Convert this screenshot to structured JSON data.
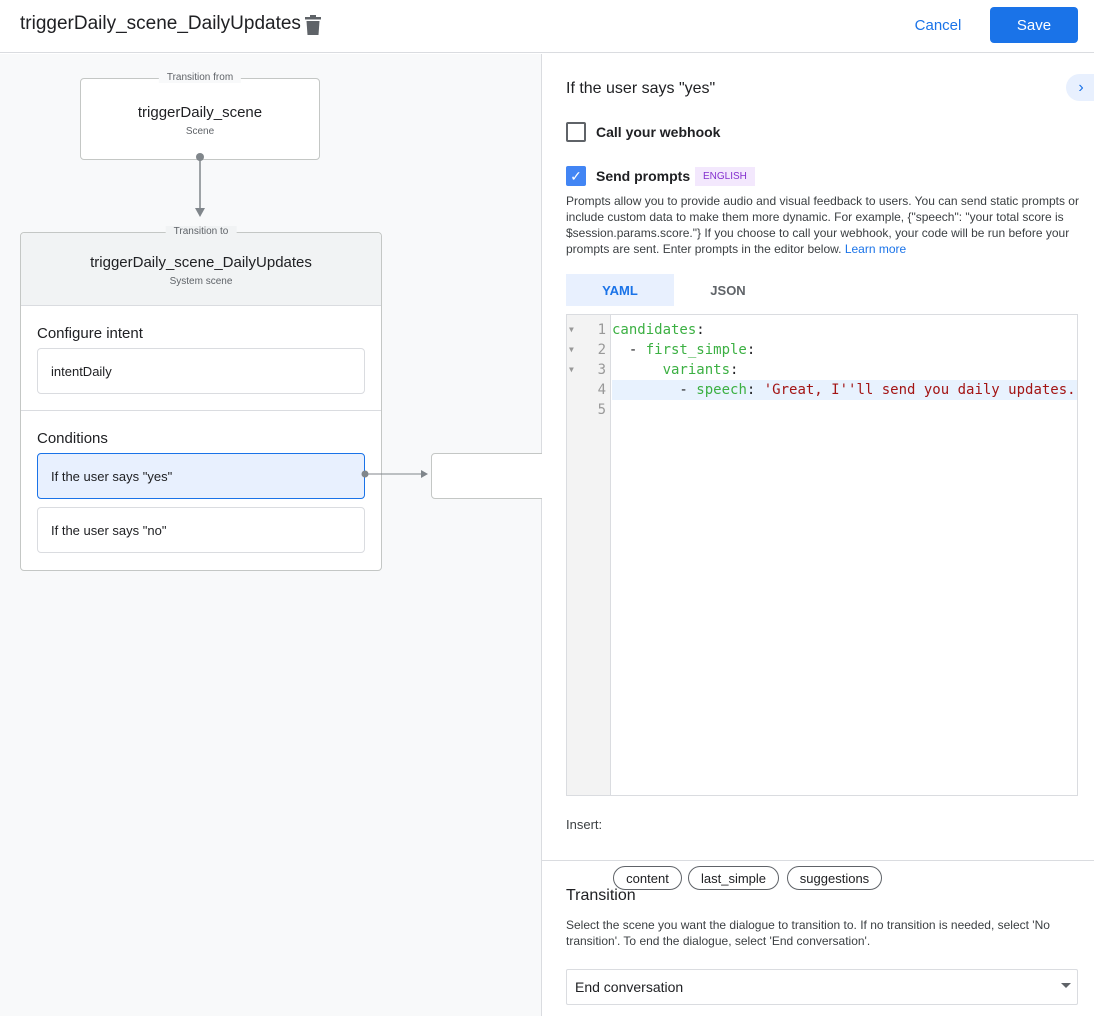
{
  "header": {
    "title": "triggerDaily_scene_DailyUpdates",
    "cancel_label": "Cancel",
    "save_label": "Save"
  },
  "canvas": {
    "from": {
      "legend": "Transition from",
      "name": "triggerDaily_scene",
      "type": "Scene"
    },
    "to": {
      "legend": "Transition to",
      "name": "triggerDaily_scene_DailyUpdates",
      "type": "System scene",
      "configure_intent_label": "Configure intent",
      "intent": "intentDaily",
      "conditions_label": "Conditions",
      "conditions": [
        "If the user says \"yes\"",
        "If the user says \"no\""
      ]
    }
  },
  "panel": {
    "title": "If the user says \"yes\"",
    "webhook": {
      "label": "Call your webhook",
      "checked": false
    },
    "prompts": {
      "label": "Send prompts",
      "checked": true,
      "badge": "ENGLISH",
      "description": "Prompts allow you to provide audio and visual feedback to users. You can send static prompts or include custom data to make them more dynamic. For example, {\"speech\": \"your total score is $session.params.score.\"} If you choose to call your webhook, your code will be run before your prompts are sent. Enter prompts in the editor below.",
      "learn_more": "Learn more"
    },
    "tabs": [
      {
        "label": "YAML",
        "active": true
      },
      {
        "label": "JSON",
        "active": false
      }
    ],
    "editor": {
      "line_numbers": [
        "1",
        "2",
        "3",
        "4",
        "5"
      ],
      "lines": [
        {
          "indent": "",
          "key": "candidates",
          "punct": ":",
          "value": ""
        },
        {
          "indent": "  - ",
          "key": "first_simple",
          "punct": ":",
          "value": ""
        },
        {
          "indent": "      ",
          "key": "variants",
          "punct": ":",
          "value": ""
        },
        {
          "indent": "        - ",
          "key": "speech",
          "punct": ": ",
          "value": "'Great, I''ll send you daily updates."
        },
        {
          "indent": "",
          "key": "",
          "punct": "",
          "value": ""
        }
      ]
    },
    "insert": {
      "label": "Insert:",
      "chips": [
        "content",
        "last_simple",
        "suggestions"
      ]
    },
    "transition": {
      "title": "Transition",
      "description": "Select the scene you want the dialogue to transition to. If no transition is needed, select 'No transition'. To end the dialogue, select 'End conversation'.",
      "selected": "End conversation"
    }
  },
  "colors": {
    "accent": "#1a73e8",
    "selected_bg": "#e8f0fe",
    "yaml_key": "#3cb043",
    "yaml_string": "#a31515",
    "badge_bg": "#f3e8fd",
    "badge_text": "#8430ce"
  }
}
